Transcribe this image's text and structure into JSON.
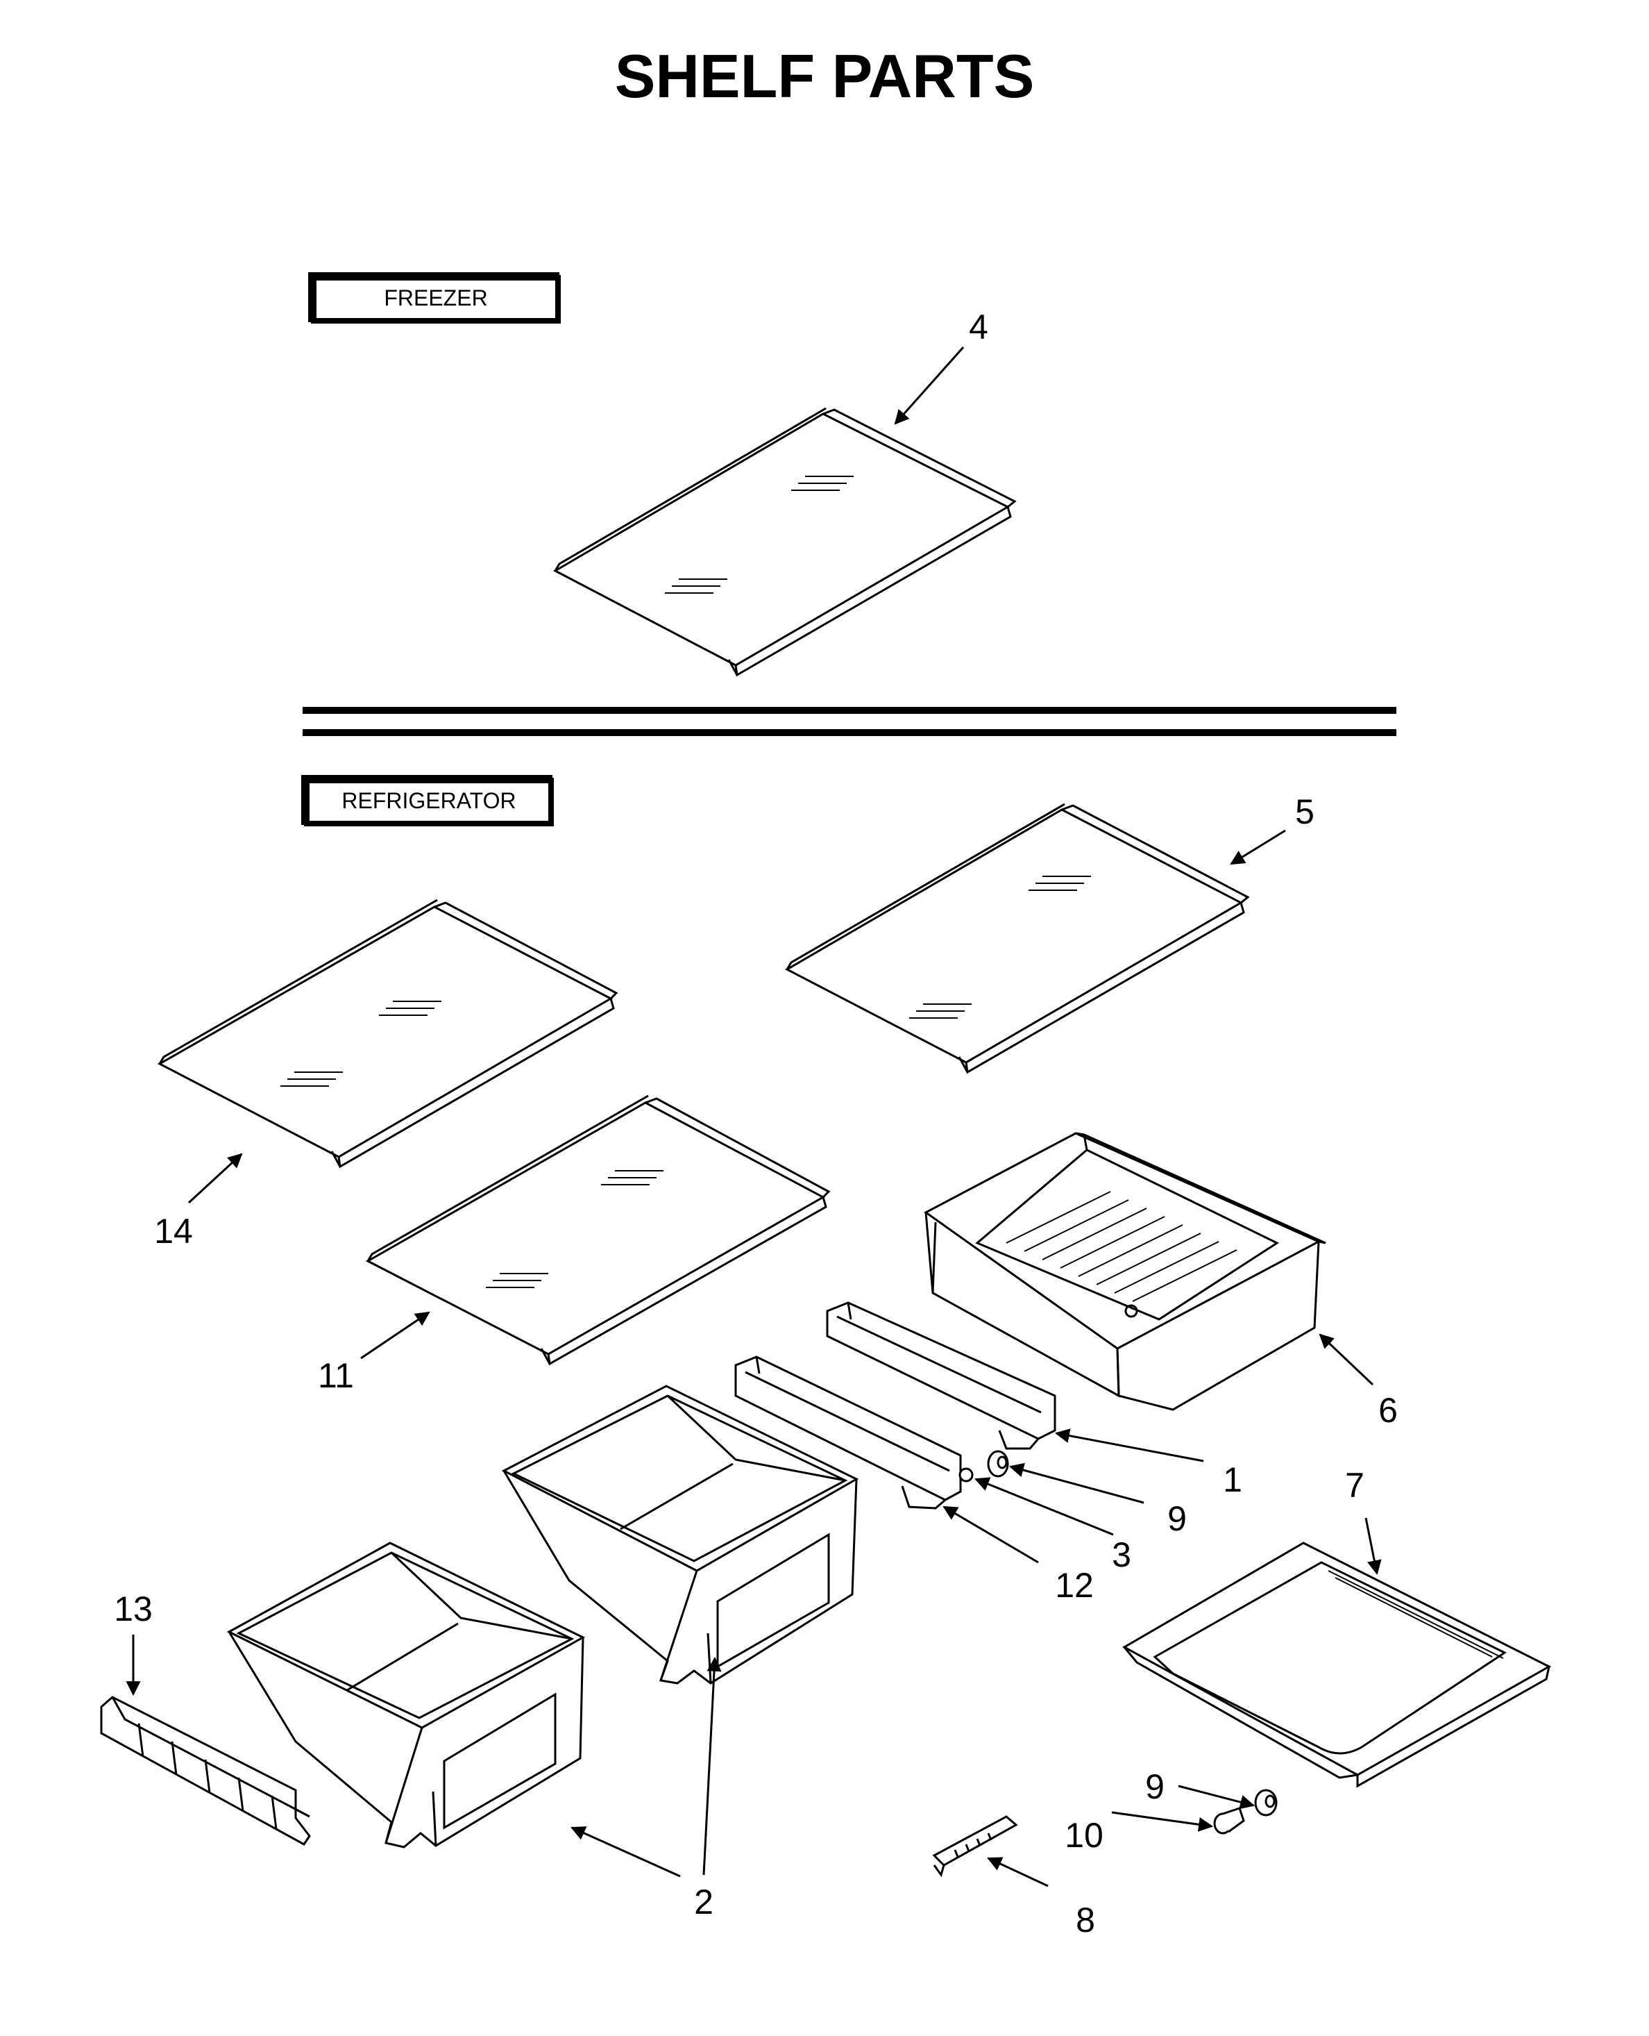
{
  "diagram": {
    "title": "SHELF PARTS",
    "sections": {
      "freezer": "FREEZER",
      "refrigerator": "REFRIGERATOR"
    },
    "callouts": [
      {
        "id": "c4",
        "text": "4"
      },
      {
        "id": "c5",
        "text": "5"
      },
      {
        "id": "c14",
        "text": "14"
      },
      {
        "id": "c11",
        "text": "11"
      },
      {
        "id": "c6",
        "text": "6"
      },
      {
        "id": "c1",
        "text": "1"
      },
      {
        "id": "c9a",
        "text": "9"
      },
      {
        "id": "c3",
        "text": "3"
      },
      {
        "id": "c12",
        "text": "12"
      },
      {
        "id": "c7",
        "text": "7"
      },
      {
        "id": "c13",
        "text": "13"
      },
      {
        "id": "c2",
        "text": "2"
      },
      {
        "id": "c9b",
        "text": "9"
      },
      {
        "id": "c10",
        "text": "10"
      },
      {
        "id": "c8",
        "text": "8"
      }
    ]
  }
}
